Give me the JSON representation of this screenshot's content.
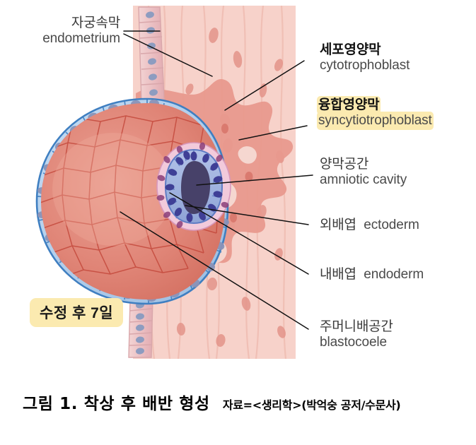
{
  "figure": {
    "caption_title": "그림 1. 착상 후 배반 형성",
    "caption_source": "자료=<생리학>(박억숭 공저/수문사)",
    "day_badge": "수정 후 7일"
  },
  "labels": {
    "endometrium": {
      "ko": "자궁속막",
      "en": "endometrium"
    },
    "cytotrophoblast": {
      "ko": "세포영양막",
      "en": "cytotrophoblast"
    },
    "syncytiotrophoblast": {
      "ko": "융합영양막",
      "en": "syncytiotrophoblast"
    },
    "amniotic_cavity": {
      "ko": "양막공간",
      "en": "amniotic cavity"
    },
    "ectoderm": {
      "ko": "외배엽",
      "en": "ectoderm"
    },
    "endoderm": {
      "ko": "내배엽",
      "en": "endoderm"
    },
    "blastocoele": {
      "ko": "주머니배공간",
      "en": "blastocoele"
    }
  },
  "colors": {
    "highlight_yellow": "#fbeab0",
    "endometrium_stroma": "#f6cfc6",
    "endometrium_band": "#f2c0b6",
    "syncytio_lobes": "#e8998d",
    "lacunae": "#f7d9d2",
    "epithelium_cell": "#eec2c4",
    "epithelium_nucleus": "#8d9cc0",
    "cytotrophoblast_cell": "#a8c8e8",
    "cytotrophoblast_outline": "#3f7fc1",
    "cytotrophoblast_nucleus": "#8a93b8",
    "blastocoele_fill": "#e08577",
    "blastocoele_rim": "#d9604f",
    "blastocoele_mesh": "#c4493c",
    "ectoderm_cell": "#9fb3e0",
    "ectoderm_nucleus": "#3f3f96",
    "endoderm_cell": "#f0c7d8",
    "endoderm_nucleus": "#8b3f7a",
    "amniotic_cavity_fill": "#474169",
    "leader_line": "#111111",
    "text_dark": "#3a3a3a",
    "text_black": "#111111"
  },
  "diagram": {
    "type": "anatomical-illustration",
    "subject": "blastocyst implantation in endometrium at 7 days post-fertilization",
    "structures": [
      "endometrium",
      "cytotrophoblast",
      "syncytiotrophoblast",
      "amniotic cavity",
      "ectoderm",
      "endoderm",
      "blastocoele"
    ]
  }
}
